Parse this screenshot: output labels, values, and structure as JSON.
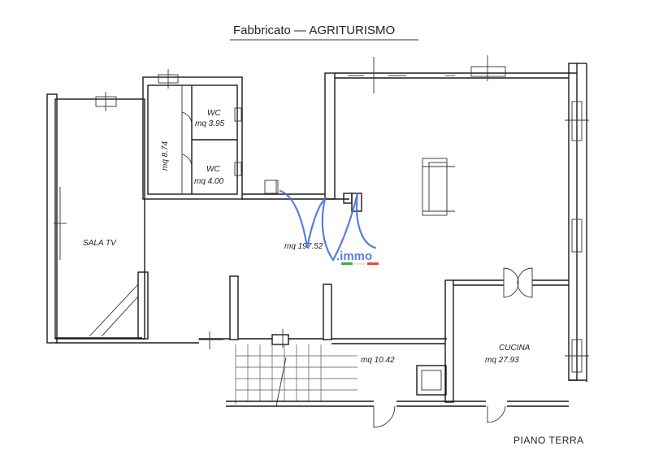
{
  "title": "Fabbricato  —  AGRITURISMO",
  "floor_label": "PIANO  TERRA",
  "rooms": {
    "sala_tv": "SALA  TV",
    "wc1_name": "WC",
    "wc1_area": "mq  3.95",
    "wc2_name": "WC",
    "wc2_area": "mq  4.00",
    "hall_area": "mq  8.74",
    "main_area": "mq  197.52",
    "stair_area": "mq  10.42",
    "cucina_name": "CUCINA",
    "cucina_area": "mq  27.93"
  },
  "watermark": {
    "text": ".immo",
    "color": "#4a6fd6",
    "flag_colors": [
      "#2e9e3f",
      "#f2f2f2",
      "#d63a3a"
    ]
  }
}
